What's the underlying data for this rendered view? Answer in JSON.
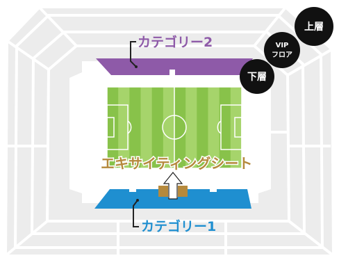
{
  "labels": {
    "category2": "カテゴリー2",
    "category1": "カテゴリー1",
    "exciting_seat": "エキサイティングシート"
  },
  "badges": {
    "upper": "上層",
    "vip_line1": "VIP",
    "vip_line2": "フロア",
    "lower": "下層"
  },
  "colors": {
    "category2": "#8e5aa8",
    "category1": "#1f8fd0",
    "exciting_seat": "#b5893c",
    "badge": "#111111",
    "pitch_light": "#a6d46b",
    "pitch_dark": "#88c24a",
    "stand": "#ececec",
    "stand_line": "#ffffff"
  }
}
